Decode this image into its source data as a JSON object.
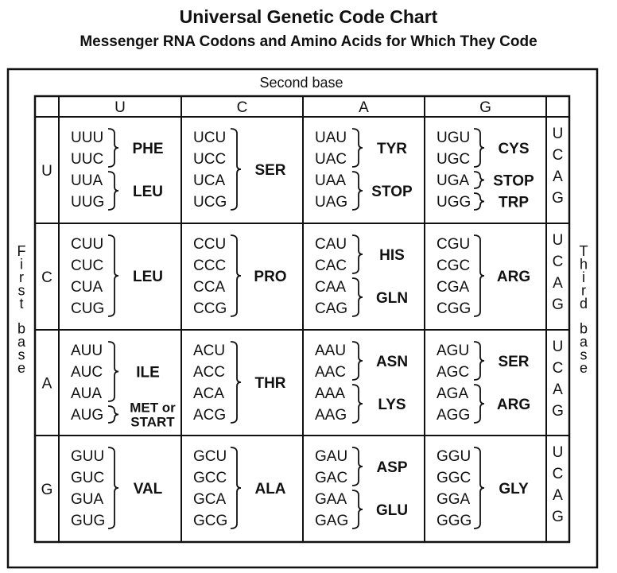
{
  "title": "Universal Genetic Code Chart",
  "subtitle": "Messenger RNA Codons and Amino Acids for Which They Code",
  "second_base_label": "Second base",
  "first_base_label": "First base",
  "third_base_label": "Third base",
  "second_bases": [
    "U",
    "C",
    "A",
    "G"
  ],
  "first_bases": [
    "U",
    "C",
    "A",
    "G"
  ],
  "third_bases": [
    "U",
    "C",
    "A",
    "G"
  ],
  "rows": [
    {
      "first": "U",
      "cells": [
        {
          "codons": [
            "UUU",
            "UUC",
            "UUA",
            "UUG"
          ],
          "groups": [
            {
              "from": 0,
              "to": 1,
              "label": [
                "PHE"
              ]
            },
            {
              "from": 2,
              "to": 3,
              "label": [
                "LEU"
              ]
            }
          ]
        },
        {
          "codons": [
            "UCU",
            "UCC",
            "UCA",
            "UCG"
          ],
          "groups": [
            {
              "from": 0,
              "to": 3,
              "label": [
                "SER"
              ]
            }
          ]
        },
        {
          "codons": [
            "UAU",
            "UAC",
            "UAA",
            "UAG"
          ],
          "groups": [
            {
              "from": 0,
              "to": 1,
              "label": [
                "TYR"
              ]
            },
            {
              "from": 2,
              "to": 3,
              "label": [
                "STOP"
              ]
            }
          ]
        },
        {
          "codons": [
            "UGU",
            "UGC",
            "UGA",
            "UGG"
          ],
          "groups": [
            {
              "from": 0,
              "to": 1,
              "label": [
                "CYS"
              ]
            },
            {
              "from": 2,
              "to": 2,
              "label": [
                "STOP"
              ]
            },
            {
              "from": 3,
              "to": 3,
              "label": [
                "TRP"
              ]
            }
          ]
        }
      ]
    },
    {
      "first": "C",
      "cells": [
        {
          "codons": [
            "CUU",
            "CUC",
            "CUA",
            "CUG"
          ],
          "groups": [
            {
              "from": 0,
              "to": 3,
              "label": [
                "LEU"
              ]
            }
          ]
        },
        {
          "codons": [
            "CCU",
            "CCC",
            "CCA",
            "CCG"
          ],
          "groups": [
            {
              "from": 0,
              "to": 3,
              "label": [
                "PRO"
              ]
            }
          ]
        },
        {
          "codons": [
            "CAU",
            "CAC",
            "CAA",
            "CAG"
          ],
          "groups": [
            {
              "from": 0,
              "to": 1,
              "label": [
                "HIS"
              ]
            },
            {
              "from": 2,
              "to": 3,
              "label": [
                "GLN"
              ]
            }
          ]
        },
        {
          "codons": [
            "CGU",
            "CGC",
            "CGA",
            "CGG"
          ],
          "groups": [
            {
              "from": 0,
              "to": 3,
              "label": [
                "ARG"
              ]
            }
          ]
        }
      ]
    },
    {
      "first": "A",
      "cells": [
        {
          "codons": [
            "AUU",
            "AUC",
            "AUA",
            "AUG"
          ],
          "groups": [
            {
              "from": 0,
              "to": 2,
              "label": [
                "ILE"
              ]
            },
            {
              "from": 3,
              "to": 3,
              "label": [
                "MET or",
                "START"
              ]
            }
          ]
        },
        {
          "codons": [
            "ACU",
            "ACC",
            "ACA",
            "ACG"
          ],
          "groups": [
            {
              "from": 0,
              "to": 3,
              "label": [
                "THR"
              ]
            }
          ]
        },
        {
          "codons": [
            "AAU",
            "AAC",
            "AAA",
            "AAG"
          ],
          "groups": [
            {
              "from": 0,
              "to": 1,
              "label": [
                "ASN"
              ]
            },
            {
              "from": 2,
              "to": 3,
              "label": [
                "LYS"
              ]
            }
          ]
        },
        {
          "codons": [
            "AGU",
            "AGC",
            "AGA",
            "AGG"
          ],
          "groups": [
            {
              "from": 0,
              "to": 1,
              "label": [
                "SER"
              ]
            },
            {
              "from": 2,
              "to": 3,
              "label": [
                "ARG"
              ]
            }
          ]
        }
      ]
    },
    {
      "first": "G",
      "cells": [
        {
          "codons": [
            "GUU",
            "GUC",
            "GUA",
            "GUG"
          ],
          "groups": [
            {
              "from": 0,
              "to": 3,
              "label": [
                "VAL"
              ]
            }
          ]
        },
        {
          "codons": [
            "GCU",
            "GCC",
            "GCA",
            "GCG"
          ],
          "groups": [
            {
              "from": 0,
              "to": 3,
              "label": [
                "ALA"
              ]
            }
          ]
        },
        {
          "codons": [
            "GAU",
            "GAC",
            "GAA",
            "GAG"
          ],
          "groups": [
            {
              "from": 0,
              "to": 1,
              "label": [
                "ASP"
              ]
            },
            {
              "from": 2,
              "to": 3,
              "label": [
                "GLU"
              ]
            }
          ]
        },
        {
          "codons": [
            "GGU",
            "GGC",
            "GGA",
            "GGG"
          ],
          "groups": [
            {
              "from": 0,
              "to": 3,
              "label": [
                "GLY"
              ]
            }
          ]
        }
      ]
    }
  ]
}
